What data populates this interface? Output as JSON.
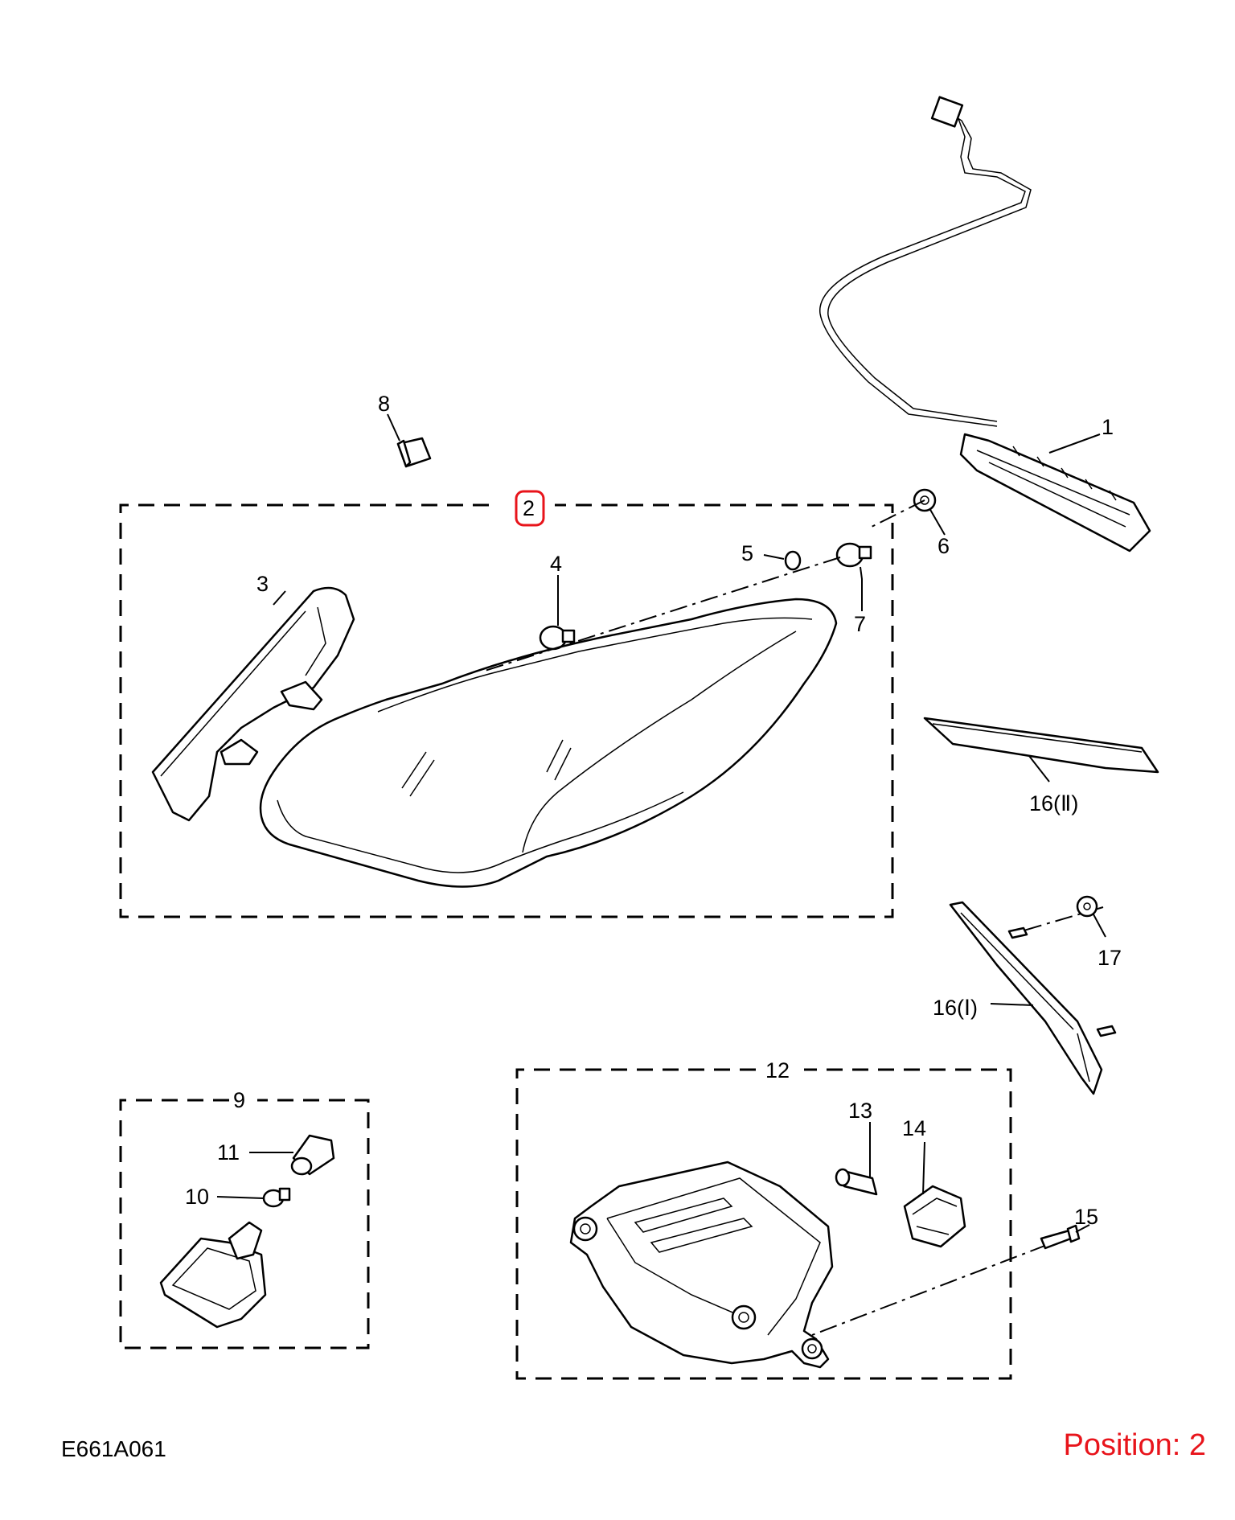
{
  "drawing_code": "E661A061",
  "position": "Position: 2",
  "highlight_color": "#e8141b",
  "callouts": {
    "c1": "1",
    "c2": "2",
    "c3": "3",
    "c4": "4",
    "c5": "5",
    "c6": "6",
    "c7": "7",
    "c8": "8",
    "c9": "9",
    "c10": "10",
    "c11": "11",
    "c12": "12",
    "c13": "13",
    "c14": "14",
    "c15": "15",
    "c16_2": "16(Ⅱ)",
    "c16_1": "16(Ⅰ)",
    "c17": "17"
  }
}
